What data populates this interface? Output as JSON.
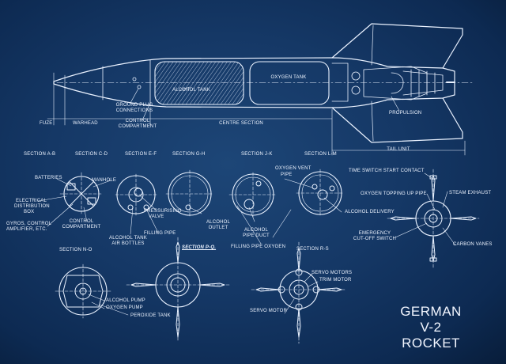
{
  "title": {
    "line1": "GERMAN",
    "line2": "V-2 ROCKET"
  },
  "profile_labels": {
    "alcohol_tank": "ALCOHOL TANK",
    "oxygen_tank": "OXYGEN TANK",
    "ground_plug_1": "GROUND PLUG",
    "ground_plug_2": "CONNECTIONS",
    "control_comp_1": "CONTROL",
    "control_comp_2": "COMPARTMENT",
    "propulsion": "PROPULSION"
  },
  "dimension_labels": {
    "fuze": "FUZE",
    "warhead": "WARHEAD",
    "centre_section": "CENTRE SECTION",
    "tail_unit": "TAIL UNIT"
  },
  "section_headers": {
    "ab": "SECTION A-B",
    "cd": "SECTION C-D",
    "ef": "SECTION E-F",
    "gh": "SECTION G-H",
    "jk": "SECTION J-K",
    "lm": "SECTION L-M",
    "no": "SECTION N-O",
    "pq": "SECTION P-Q.",
    "rs": "SECTION R-S"
  },
  "section_labels": {
    "batteries": "BATTERIES",
    "manhole": "MANHOLE",
    "electrical_1": "ELECTRICAL",
    "electrical_2": "DISTRIBUTION",
    "electrical_3": "BOX",
    "gyros_1": "GYROS, CONTROL",
    "gyros_2": "AMPLIFIER, ETC.",
    "control_1": "CONTROL",
    "control_2": "COMPARTMENT",
    "pressurising_1": "PRESSURISING",
    "pressurising_2": "VALVE",
    "filling_pipe": "FILLING PIPE",
    "alcohol_tank_1": "ALCOHOL TANK",
    "air_bottles": "AIR BOTTLES",
    "alcohol_outlet_1": "ALCOHOL",
    "alcohol_outlet_2": "OUTLET",
    "alcohol_pipe_1": "ALCOHOL",
    "alcohol_pipe_2": "PIPE DUCT",
    "filling_pipe_oxygen": "FILLING PIPE OXYGEN",
    "oxygen_vent_1": "OXYGEN VENT",
    "oxygen_vent_2": "PIPE",
    "alcohol_delivery": "ALCOHOL DELIVERY",
    "time_switch": "TIME SWITCH START CONTACT",
    "oxygen_topping": "OXYGEN TOPPING UP PIPE",
    "steam_exhaust": "STEAM EXHAUST",
    "emergency_1": "EMERGENCY",
    "emergency_2": "CUT-OFF SWITCH",
    "carbon_vanes": "CARBON VANES",
    "alcohol_pump": "ALCOHOL PUMP",
    "oxygen_pump": "OXYGEN PUMP",
    "peroxide_tank": "PEROXIDE TANK",
    "servo_motors": "SERVO MOTORS",
    "trim_motor": "TRIM MOTOR",
    "servo_motor": "SERVO MOTOR"
  },
  "colors": {
    "background": "#153866",
    "ink": "#eaf2ff"
  }
}
